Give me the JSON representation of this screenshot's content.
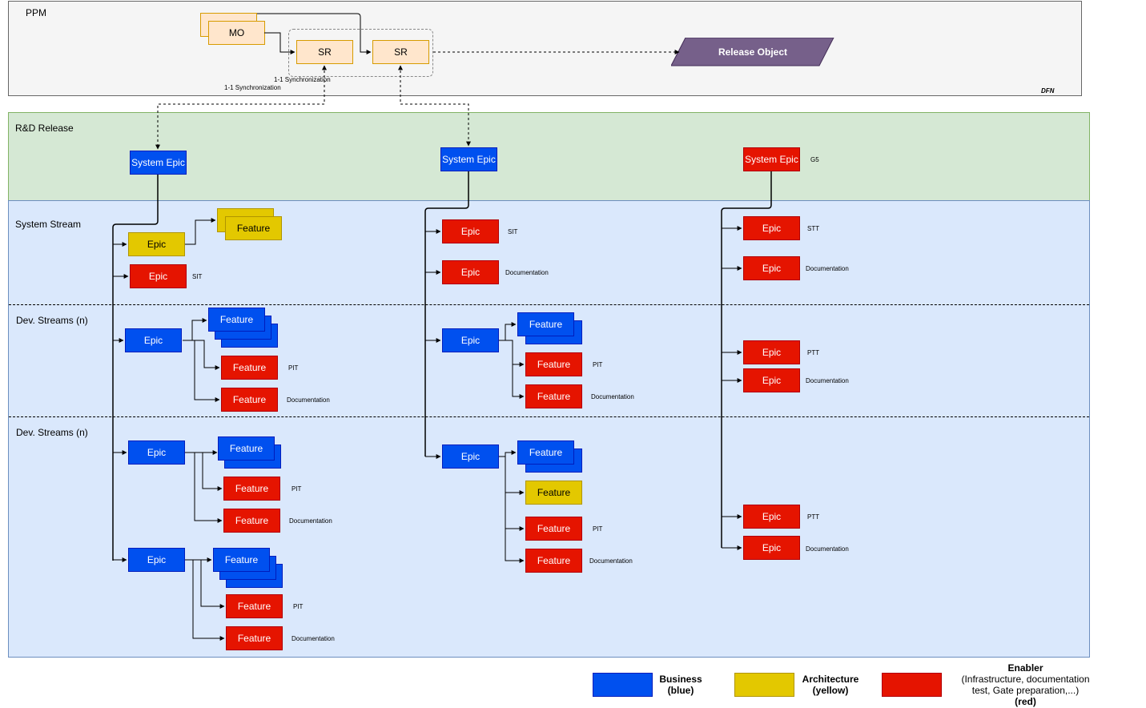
{
  "lanes": {
    "ppm": "PPM",
    "rd_release": "R&D Release",
    "system_stream": "System Stream",
    "dev_stream_1": "Dev. Streams (n)",
    "dev_stream_2": "Dev. Streams (n)",
    "dfn": "DFN"
  },
  "ppm": {
    "mo": "MO",
    "sr1": "SR",
    "sr2": "SR",
    "release_object": "Release Object",
    "sync_label_1": "1-1 Synchronization",
    "sync_label_2": "1-1 Synchronization"
  },
  "col1": {
    "system_epic": "System Epic",
    "ss_epic_arch": "Epic",
    "ss_feature_arch": "Feature",
    "ss_epic_sit": "Epic",
    "ss_sit_note": "SIT",
    "d1_epic": "Epic",
    "d1_feature": "Feature",
    "d1_feature_pit": "Feature",
    "d1_pit_note": "PIT",
    "d1_feature_doc": "Feature",
    "d1_doc_note": "Documentation",
    "d2a_epic": "Epic",
    "d2a_feature": "Feature",
    "d2a_feature_pit": "Feature",
    "d2a_pit_note": "PIT",
    "d2a_feature_doc": "Feature",
    "d2a_doc_note": "Documentation",
    "d2b_epic": "Epic",
    "d2b_feature": "Feature",
    "d2b_feature_pit": "Feature",
    "d2b_pit_note": "PIT",
    "d2b_feature_doc": "Feature",
    "d2b_doc_note": "Documentation"
  },
  "col2": {
    "system_epic": "System Epic",
    "ss_epic_sit": "Epic",
    "ss_sit_note": "SIT",
    "ss_epic_doc": "Epic",
    "ss_doc_note": "Documentation",
    "d1_epic": "Epic",
    "d1_feature": "Feature",
    "d1_feature_pit": "Feature",
    "d1_pit_note": "PIT",
    "d1_feature_doc": "Feature",
    "d1_doc_note": "Documentation",
    "d2_epic": "Epic",
    "d2_feature": "Feature",
    "d2_feature_arch": "Feature",
    "d2_feature_pit": "Feature",
    "d2_pit_note": "PIT",
    "d2_feature_doc": "Feature",
    "d2_doc_note": "Documentation"
  },
  "col3": {
    "system_epic": "System Epic",
    "g5_note": "G5",
    "ss_epic_stt": "Epic",
    "ss_stt_note": "STT",
    "ss_epic_doc": "Epic",
    "ss_doc_note": "Documentation",
    "d1_epic_ptt": "Epic",
    "d1_ptt_note": "PTT",
    "d1_epic_doc": "Epic",
    "d1_doc_note": "Documentation",
    "d2_epic_ptt": "Epic",
    "d2_ptt_note": "PTT",
    "d2_epic_doc": "Epic",
    "d2_doc_note": "Documentation"
  },
  "legend": {
    "business_title": "Business",
    "business_sub": "(blue)",
    "architecture_title": "Architecture",
    "architecture_sub": "(yellow)",
    "enabler_title": "Enabler",
    "enabler_desc_1": "(Infrastructure, documentation",
    "enabler_desc_2": "test, Gate preparation,...)",
    "enabler_sub": "(red)"
  },
  "colors": {
    "business": "#0050ef",
    "architecture": "#e3c800",
    "enabler": "#e51400",
    "release_object": "#76608a",
    "ppm_box": "#ffe6cc",
    "rd_lane": "#d5e8d4",
    "stream_lane": "#dae8fc"
  }
}
